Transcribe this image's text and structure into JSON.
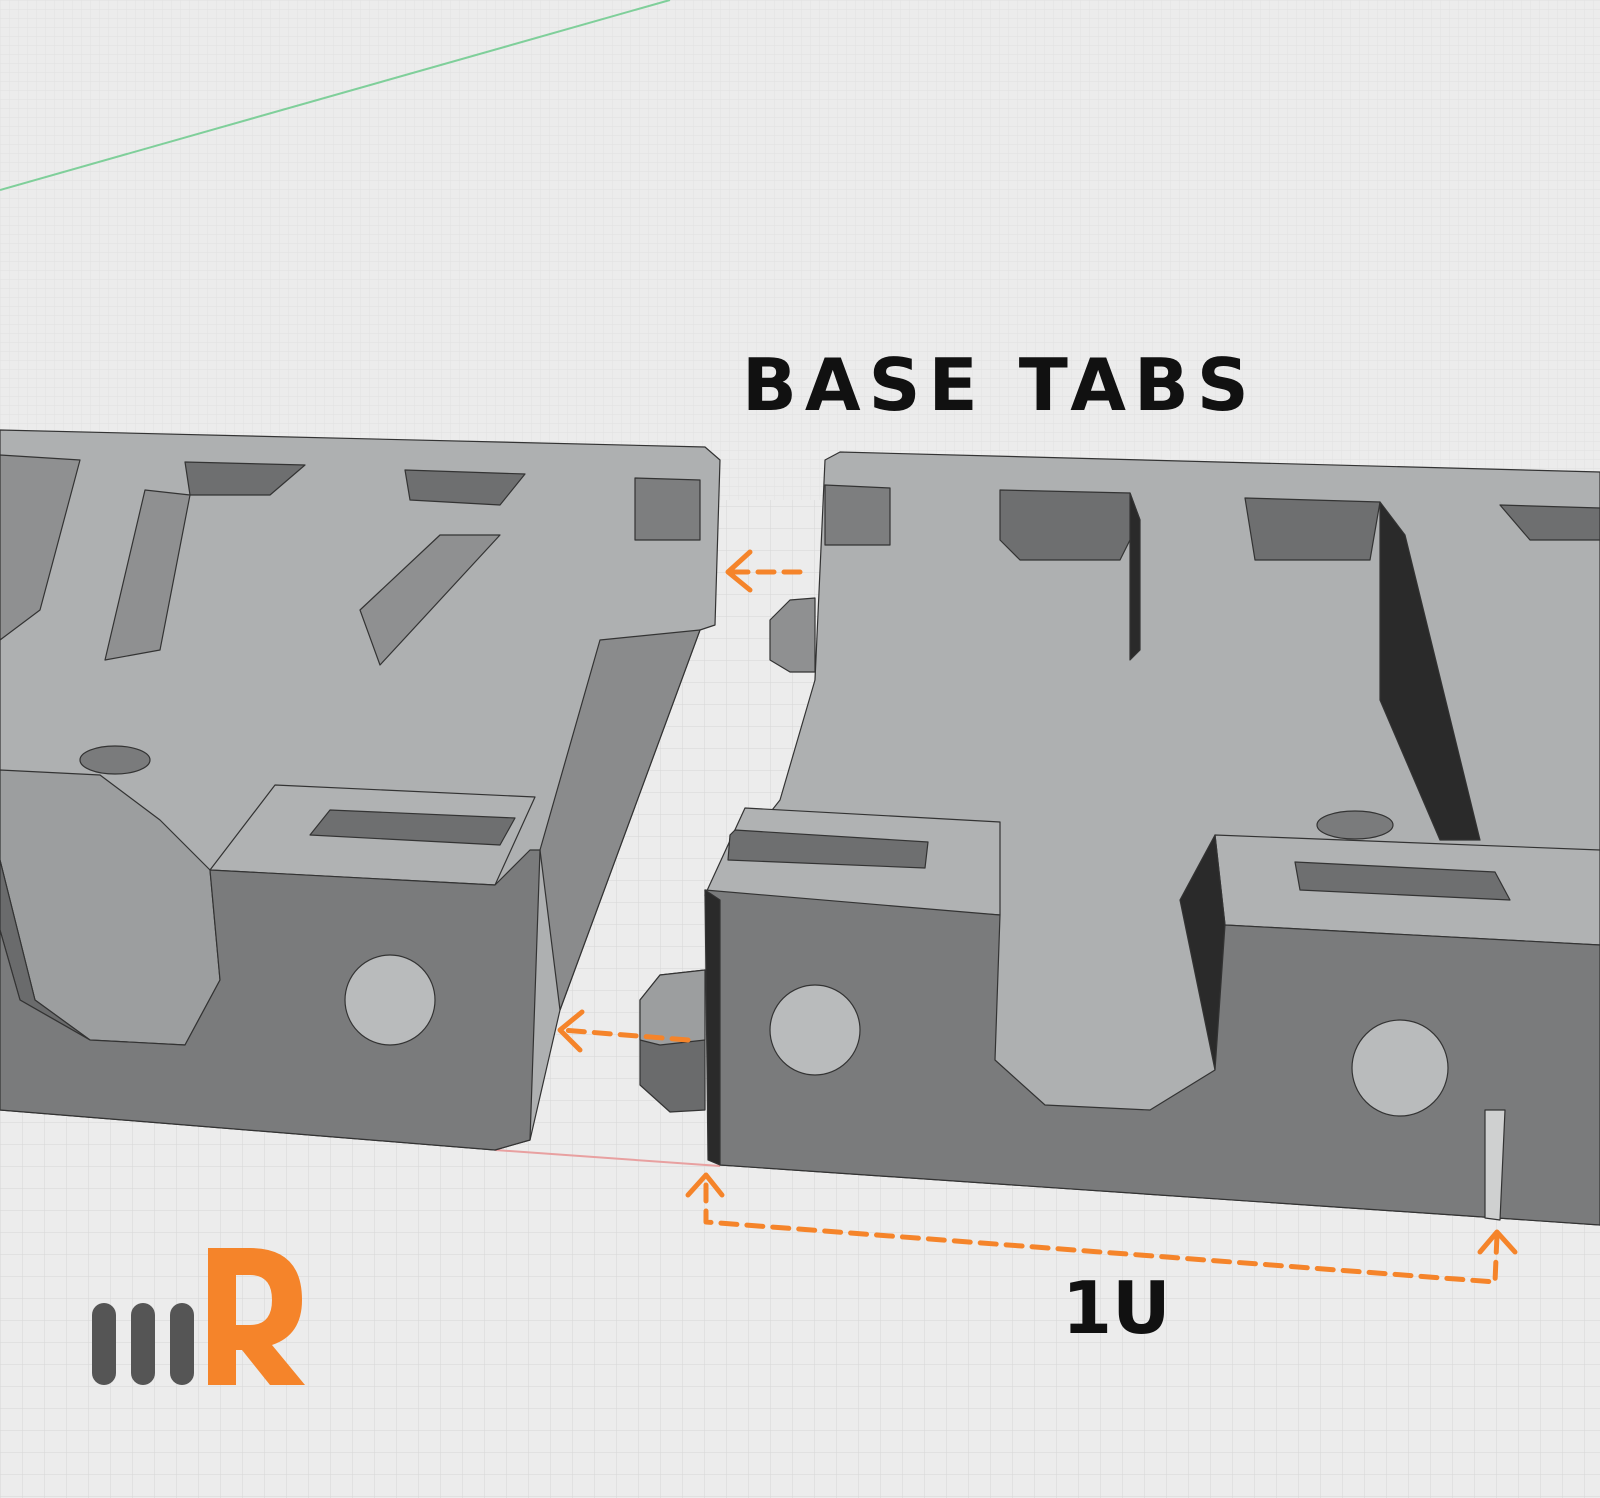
{
  "annotations": {
    "title": "BASE TABS",
    "dimension": "1U"
  },
  "logo": {
    "letter": "R",
    "bars": 3
  },
  "colors": {
    "accent": "#f5842a",
    "background": "#ececec",
    "grid": "#d6d6d6",
    "part_top": "#aeb0b1",
    "part_front": "#7a7b7c",
    "part_shadow": "#2a2a2a",
    "logo_bars": "#555555",
    "axis_green": "#7fcf9a",
    "axis_red": "#e8a0a0"
  }
}
